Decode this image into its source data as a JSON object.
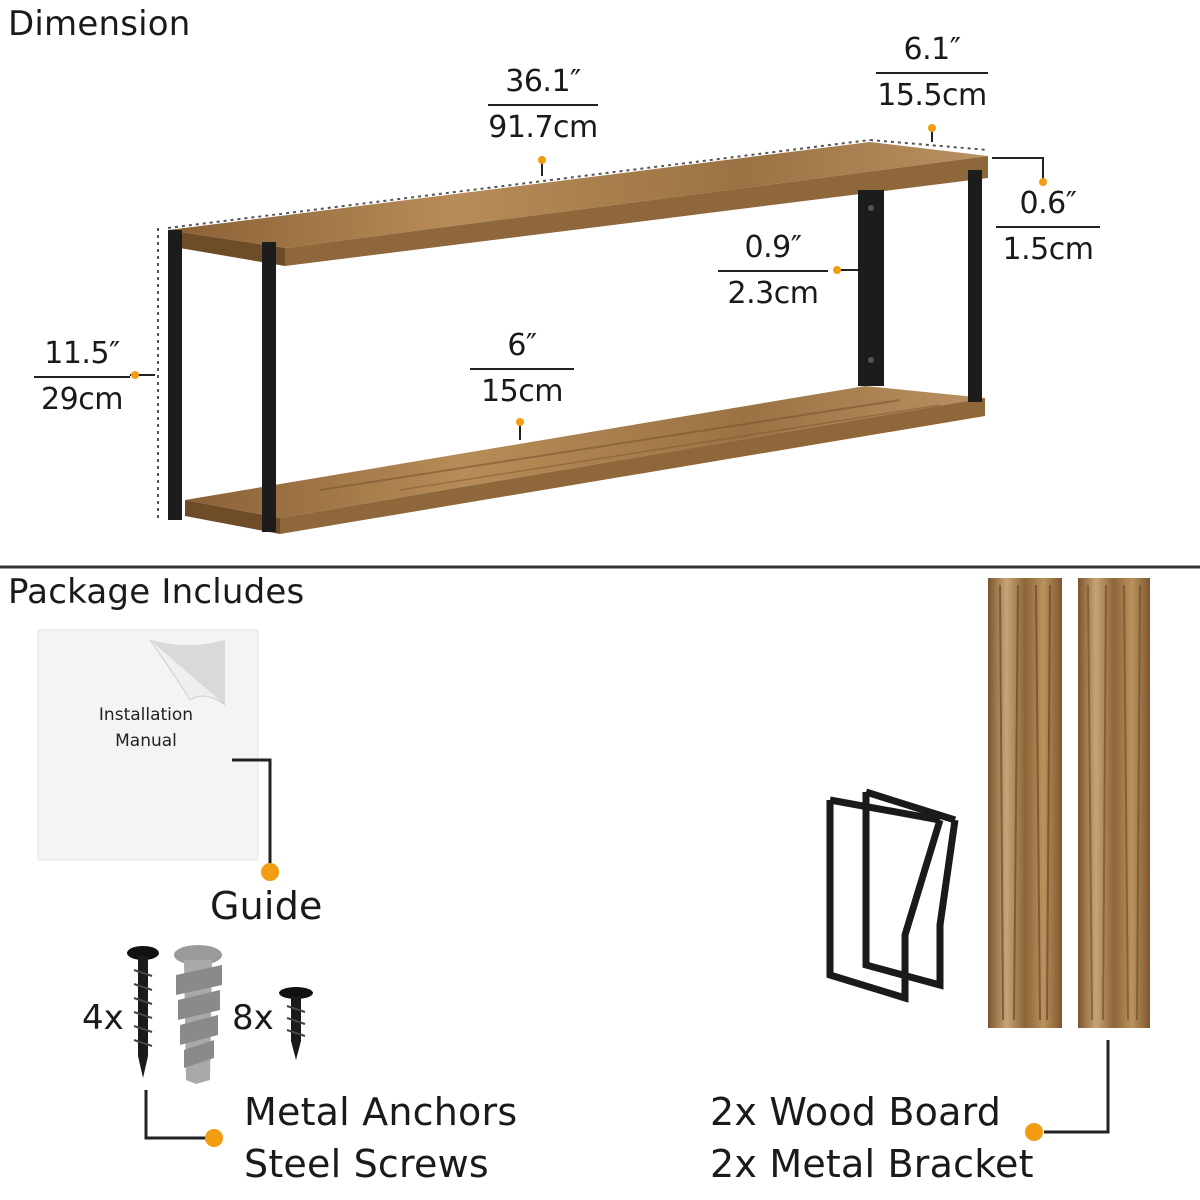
{
  "sections": {
    "dimension_title": "Dimension",
    "package_title": "Package Includes"
  },
  "dimensions": {
    "length": {
      "imperial": "36.1″",
      "metric": "91.7cm"
    },
    "depth": {
      "imperial": "6.1″",
      "metric": "15.5cm"
    },
    "thickness": {
      "imperial": "0.6″",
      "metric": "1.5cm"
    },
    "bracket_width": {
      "imperial": "0.9″",
      "metric": "2.3cm"
    },
    "height": {
      "imperial": "11.5″",
      "metric": "29cm"
    },
    "inner_depth": {
      "imperial": "6″",
      "metric": "15cm"
    }
  },
  "package": {
    "manual_text_line1": "Installation",
    "manual_text_line2": "Manual",
    "guide_label": "Guide",
    "screw_count": "4x",
    "anchor_count": "8x",
    "hardware_line1": "Metal Anchors",
    "hardware_line2": "Steel Screws",
    "wood_line1": "2x Wood Board",
    "wood_line2": "2x Metal Bracket"
  },
  "colors": {
    "accent_dot": "#f39c12",
    "wood": "#a57b4c",
    "metal": "#1c1c1c"
  }
}
